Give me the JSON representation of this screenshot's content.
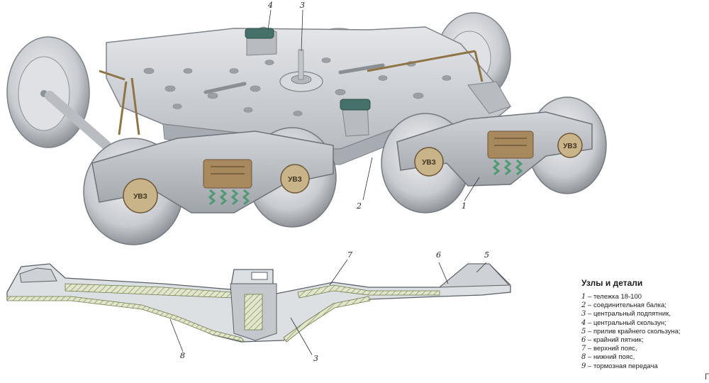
{
  "callouts": {
    "c1": "1",
    "c2": "2",
    "c3": "3",
    "c4": "4",
    "c3b": "3",
    "c5": "5",
    "c6": "6",
    "c7": "7",
    "c8": "8"
  },
  "badges": {
    "b1": "УВЗ",
    "b2": "УВЗ",
    "b3": "УВЗ",
    "b4": "УВЗ"
  },
  "legend": {
    "title": "Узлы и детали",
    "items": [
      {
        "num": "1",
        "text": "– тележка 18-100"
      },
      {
        "num": "2",
        "text": "– соединительная балка;"
      },
      {
        "num": "3",
        "text": "– центральный подпятник,"
      },
      {
        "num": "4",
        "text": "– центральный скользун;"
      },
      {
        "num": "5",
        "text": "– прилив крайнего скользуна;"
      },
      {
        "num": "6",
        "text": "– крайний пятник;"
      },
      {
        "num": "7",
        "text": "– верхний пояс,"
      },
      {
        "num": "8",
        "text": "– нижний пояс,"
      },
      {
        "num": "9",
        "text": "– тормозная передача"
      }
    ]
  },
  "edge_mark": "Г",
  "colors": {
    "metal": "#c9ccd0",
    "metal_dark": "#9ea2a8",
    "bronze": "#a8895e",
    "spring": "#4f9a72",
    "cap_green": "#46706a",
    "hatch": "#9aa86a"
  }
}
